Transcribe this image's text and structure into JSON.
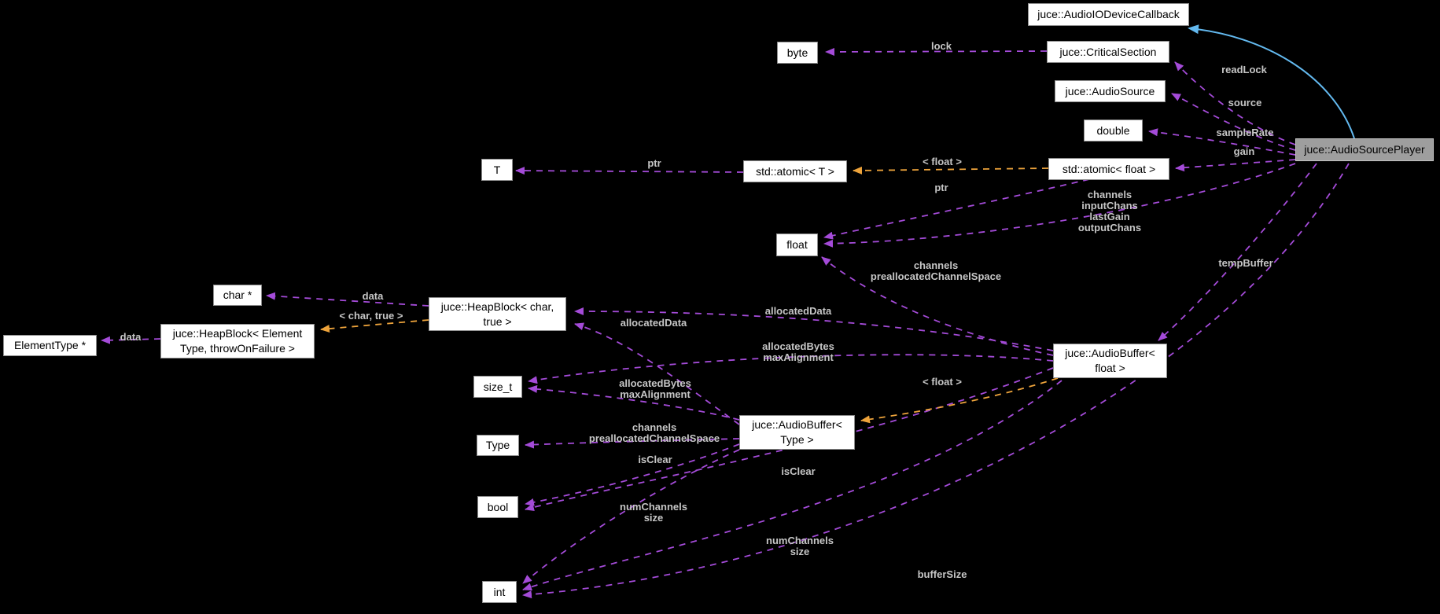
{
  "diagram_title": "juce::AudioSourcePlayer collaboration graph",
  "colors": {
    "background": "#000000",
    "member_edge": "#a44bd8",
    "template_edge": "#eda33b",
    "inheritance_edge": "#63b9ef",
    "node_fill": "#ffffff",
    "node_border": "#8d8d8d",
    "highlight_fill": "#9e9e9e",
    "edge_label": "#c6c6c6"
  },
  "nodes": [
    {
      "label": "juce::AudioIODeviceCallback"
    },
    {
      "label": "juce::CriticalSection"
    },
    {
      "label": "byte"
    },
    {
      "label": "juce::AudioSource"
    },
    {
      "label": "double"
    },
    {
      "label": "T"
    },
    {
      "label": "std::atomic< T >"
    },
    {
      "label": "std::atomic< float >"
    },
    {
      "label": "juce::AudioSourcePlayer"
    },
    {
      "label": "float"
    },
    {
      "label": "char *"
    },
    {
      "label": "ElementType *"
    },
    {
      "label": "juce::HeapBlock< Element\nType, throwOnFailure >"
    },
    {
      "label": "juce::HeapBlock< char,\ntrue >"
    },
    {
      "label": "size_t"
    },
    {
      "label": "juce::AudioBuffer<\nType >"
    },
    {
      "label": "Type"
    },
    {
      "label": "bool"
    },
    {
      "label": "int"
    },
    {
      "label": "juce::AudioBuffer<\nfloat >"
    }
  ],
  "labels": [
    {
      "text": "lock"
    },
    {
      "text": "readLock"
    },
    {
      "text": "source"
    },
    {
      "text": "sampleRate"
    },
    {
      "text": "gain"
    },
    {
      "text": "ptr"
    },
    {
      "text": "< float >"
    },
    {
      "text": "ptr"
    },
    {
      "text": "channels\ninputChans\nlastGain\noutputChans"
    },
    {
      "text": "tempBuffer"
    },
    {
      "text": "channels\npreallocatedChannelSpace"
    },
    {
      "text": "data"
    },
    {
      "text": "< char, true >"
    },
    {
      "text": "data"
    },
    {
      "text": "allocatedData"
    },
    {
      "text": "allocatedData"
    },
    {
      "text": "allocatedBytes\nmaxAlignment"
    },
    {
      "text": "allocatedBytes\nmaxAlignment"
    },
    {
      "text": "channels\npreallocatedChannelSpace"
    },
    {
      "text": "isClear"
    },
    {
      "text": "isClear"
    },
    {
      "text": "numChannels\nsize"
    },
    {
      "text": "numChannels\nsize"
    },
    {
      "text": "bufferSize"
    },
    {
      "text": "< float >"
    }
  ]
}
